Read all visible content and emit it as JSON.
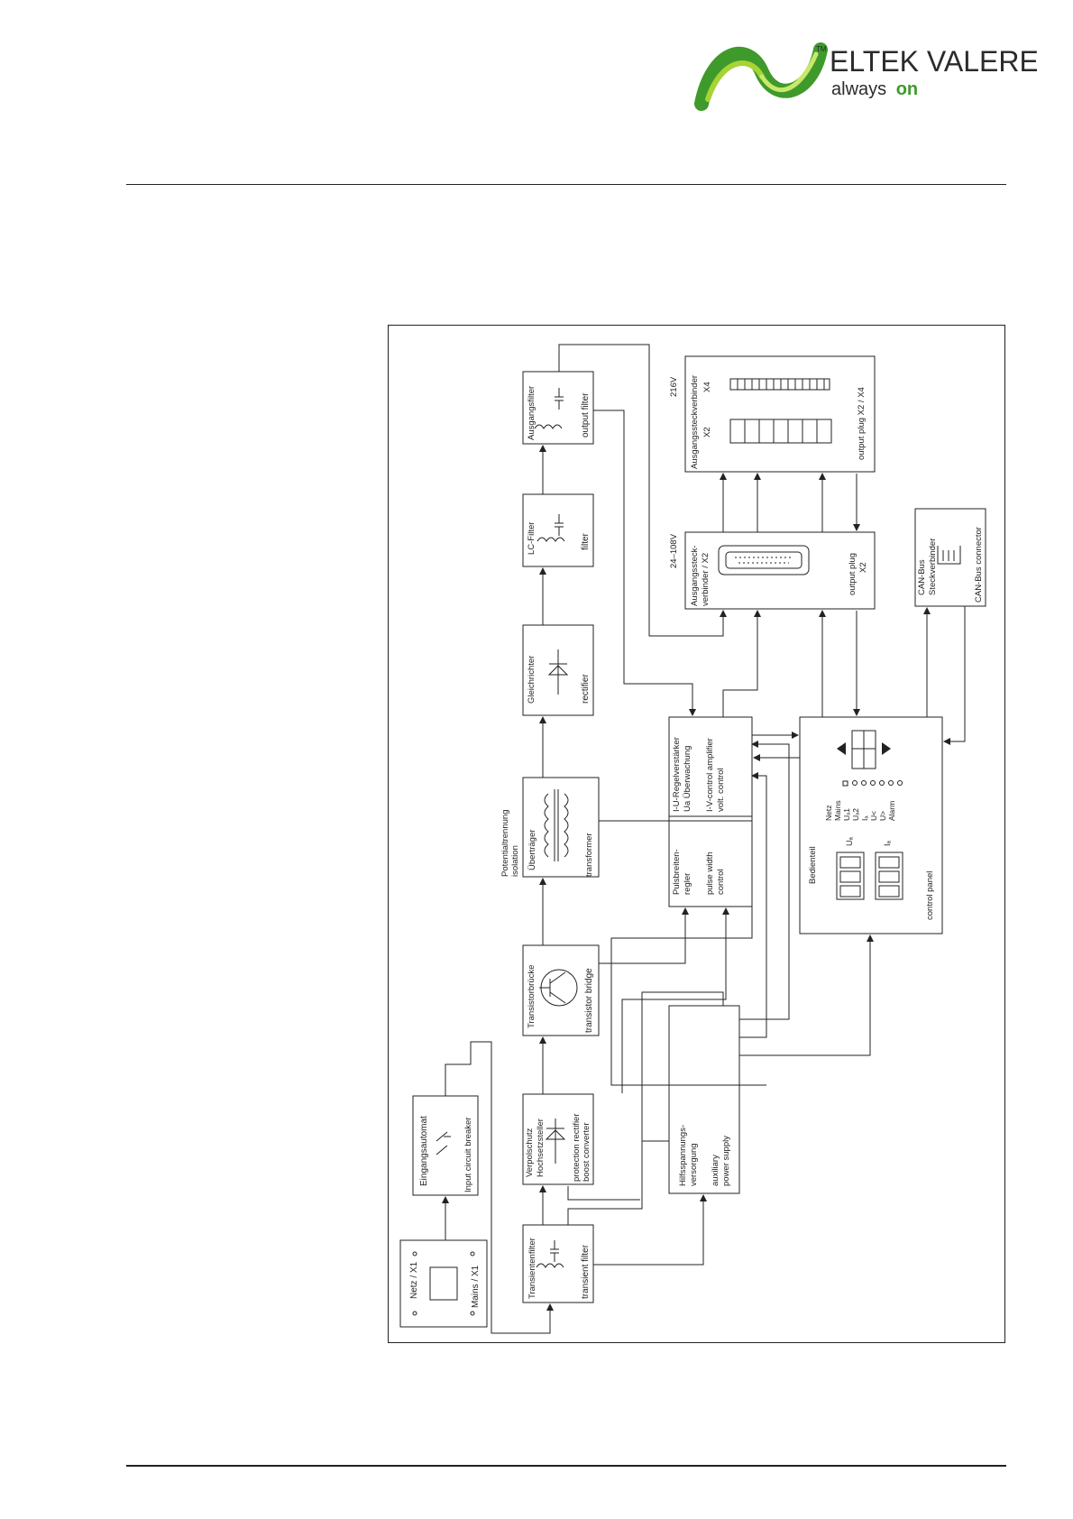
{
  "brand": {
    "name": "ELTEK VALERE",
    "slogan_prefix": "always",
    "slogan_emphasis": "on",
    "trademark": "TM",
    "colors": {
      "green_dark": "#3f9a2c",
      "green_light": "#a7d335",
      "text": "#2b2b2b"
    }
  },
  "diagram": {
    "blocks": {
      "netz": {
        "de": "Netz / X1",
        "en": "Mains / X1"
      },
      "eingang": {
        "de": "Eingangsautomat",
        "en": "Input circuit breaker"
      },
      "transient": {
        "de": "Transientenfilter",
        "en": "transient filter"
      },
      "verpol": {
        "de1": "Verpolschutz",
        "de2": "Hochsetzsteller",
        "en1": "protection rectifier",
        "en2": "boost converter"
      },
      "bruecke": {
        "de": "Transistorbrücke",
        "en": "transistor bridge"
      },
      "trafo": {
        "de": "Überträger",
        "en": "transformer",
        "iso_de": "Potentialtrennung",
        "iso_en": "isolation"
      },
      "gleich": {
        "de": "Gleichrichter",
        "en": "rectifier"
      },
      "lcfilter": {
        "de": "LC-Filter",
        "en": "filter"
      },
      "ausfilter": {
        "de": "Ausgangsfilter",
        "en": "output filter"
      },
      "hilfs": {
        "de1": "Hilfsspannungs-",
        "de2": "versorgung",
        "en1": "auxiliary",
        "en2": "power supply"
      },
      "pwm": {
        "de1": "Pulsbreiten-",
        "de2": "regler",
        "en1": "pulse width",
        "en2": "control"
      },
      "regel": {
        "de1": "I-U-Regelverstärker",
        "de2": "Ua Überwachung",
        "en1": "I-V-control amplifier",
        "en2": "volt. control"
      },
      "plug24": {
        "voltage": "24–108V",
        "de1": "Ausgangssteck-",
        "de2": "verbinder / X2",
        "en1": "output plug",
        "en2": "X2"
      },
      "plug216": {
        "voltage": "216V",
        "de": "Ausgangssteckverbinder",
        "x2": "X2",
        "x4": "X4",
        "en": "output plug X2 / X4"
      },
      "canbus": {
        "de1": "CAN-Bus",
        "de2": "Steckverbinder",
        "en": "CAN-Bus connector"
      },
      "panel": {
        "de": "Bedienteil",
        "en": "control panel",
        "display_ua": "Uₐ",
        "display_ia": "Iₐ",
        "leds": [
          "Netz",
          "Mains",
          "Uₐ1",
          "Uₐ2",
          "Iₐ",
          "U<",
          "U>",
          "Alarm"
        ]
      }
    }
  }
}
